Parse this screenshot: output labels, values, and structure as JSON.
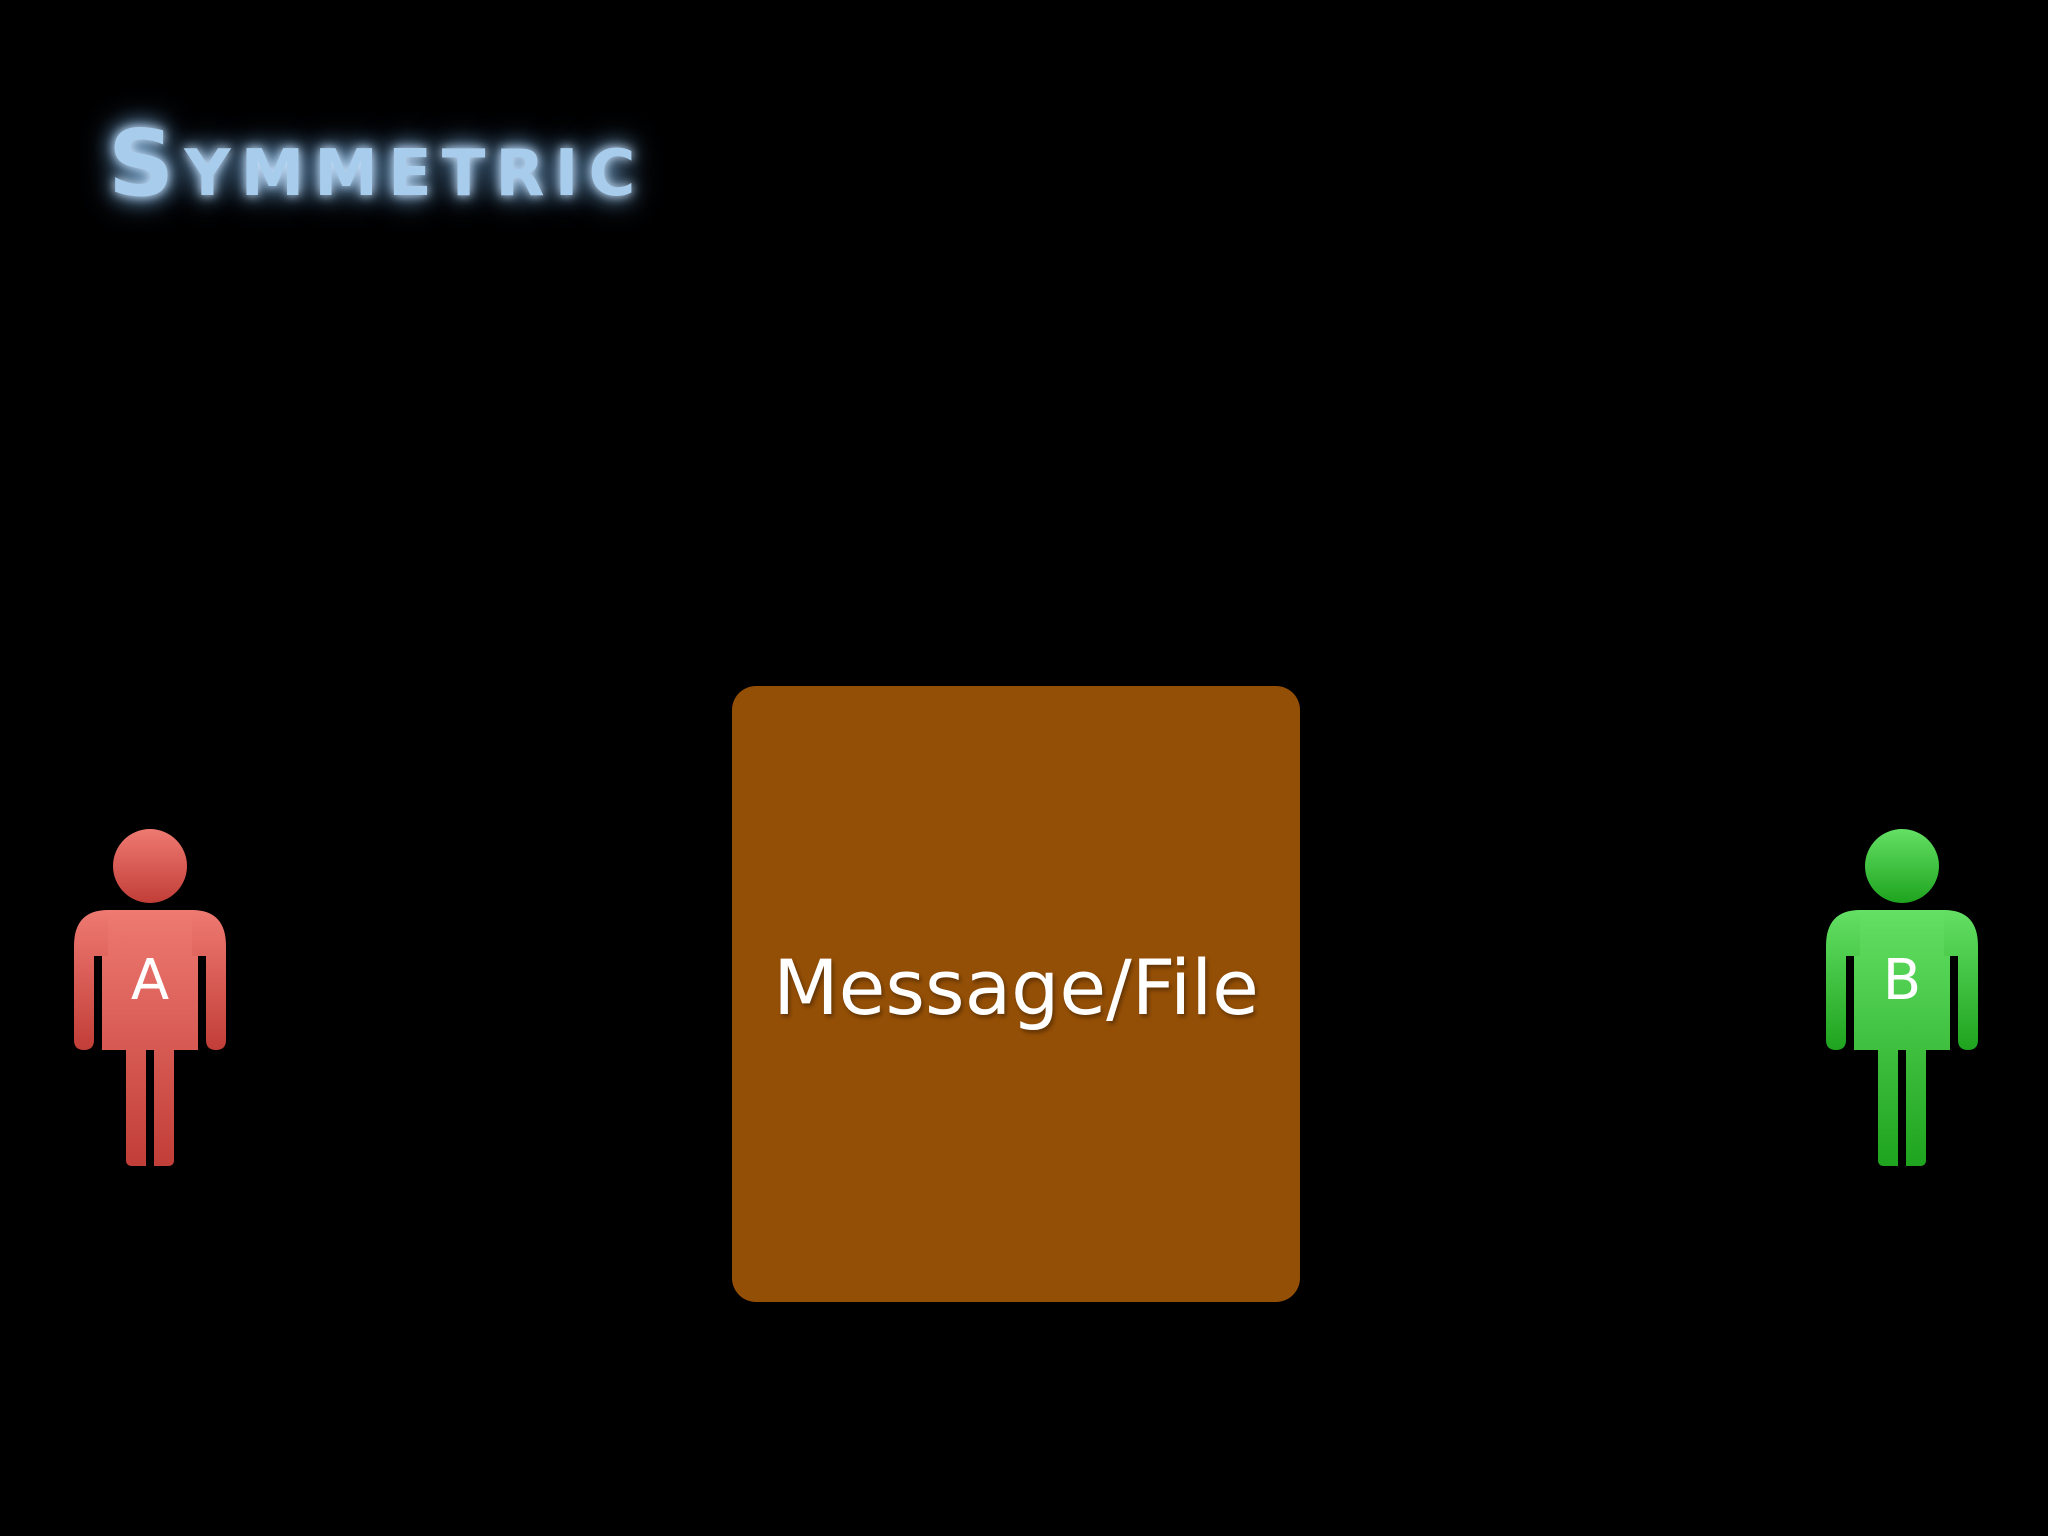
{
  "slide": {
    "title": "Symmetric",
    "background_color": "#000000",
    "title_color": "#a8ccec"
  },
  "party_a": {
    "label": "A",
    "icon": "person-icon",
    "color": "#d9544c"
  },
  "party_b": {
    "label": "B",
    "icon": "person-icon",
    "color": "#2fbf2f"
  },
  "message": {
    "label": "Message/File",
    "color": "#944f06"
  }
}
